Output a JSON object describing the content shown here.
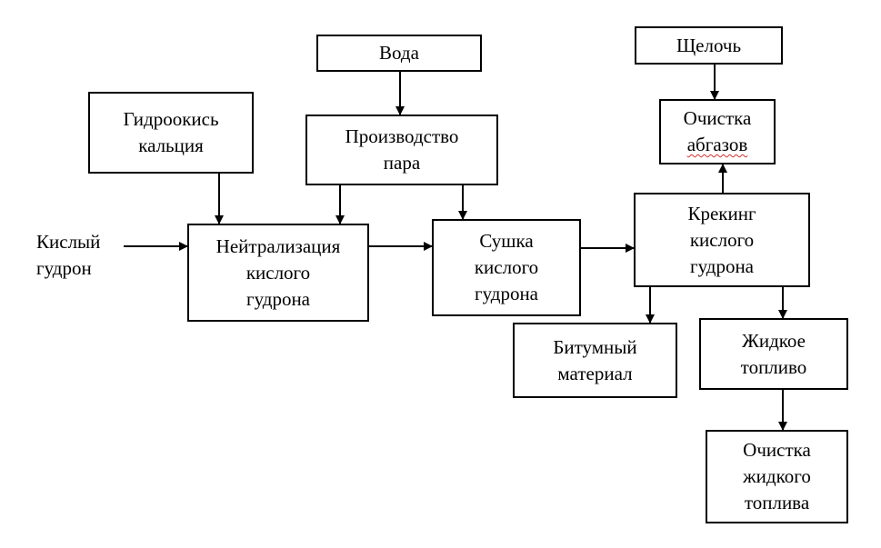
{
  "nodes": {
    "water": {
      "lines": [
        "Вода"
      ]
    },
    "alkali": {
      "lines": [
        "Щелочь"
      ]
    },
    "calcium_hydroxide": {
      "lines": [
        "Гидроокись",
        "кальция"
      ]
    },
    "steam_production": {
      "lines": [
        "Производство",
        "пара"
      ]
    },
    "gas_cleaning": {
      "lines": [
        "Очистка",
        "абгазов"
      ]
    },
    "acid_tar": {
      "lines": [
        "Кислый",
        "гудрон"
      ]
    },
    "neutralization": {
      "lines": [
        "Нейтрализация",
        "кислого",
        "гудрона"
      ]
    },
    "drying": {
      "lines": [
        "Сушка",
        "кислого",
        "гудрона"
      ]
    },
    "cracking": {
      "lines": [
        "Крекинг",
        "кислого",
        "гудрона"
      ]
    },
    "bitumen": {
      "lines": [
        "Битумный",
        "материал"
      ]
    },
    "liquid_fuel": {
      "lines": [
        "Жидкое",
        "топливо"
      ]
    },
    "fuel_cleaning": {
      "lines": [
        "Очистка",
        "жидкого",
        "топлива"
      ]
    }
  },
  "edges": [
    {
      "from": "water",
      "to": "steam_production"
    },
    {
      "from": "alkali",
      "to": "gas_cleaning"
    },
    {
      "from": "calcium_hydroxide",
      "to": "neutralization"
    },
    {
      "from": "steam_production",
      "to": "neutralization"
    },
    {
      "from": "steam_production",
      "to": "drying"
    },
    {
      "from": "acid_tar",
      "to": "neutralization"
    },
    {
      "from": "neutralization",
      "to": "drying"
    },
    {
      "from": "drying",
      "to": "cracking"
    },
    {
      "from": "cracking",
      "to": "gas_cleaning"
    },
    {
      "from": "cracking",
      "to": "bitumen"
    },
    {
      "from": "cracking",
      "to": "liquid_fuel"
    },
    {
      "from": "liquid_fuel",
      "to": "fuel_cleaning"
    }
  ]
}
